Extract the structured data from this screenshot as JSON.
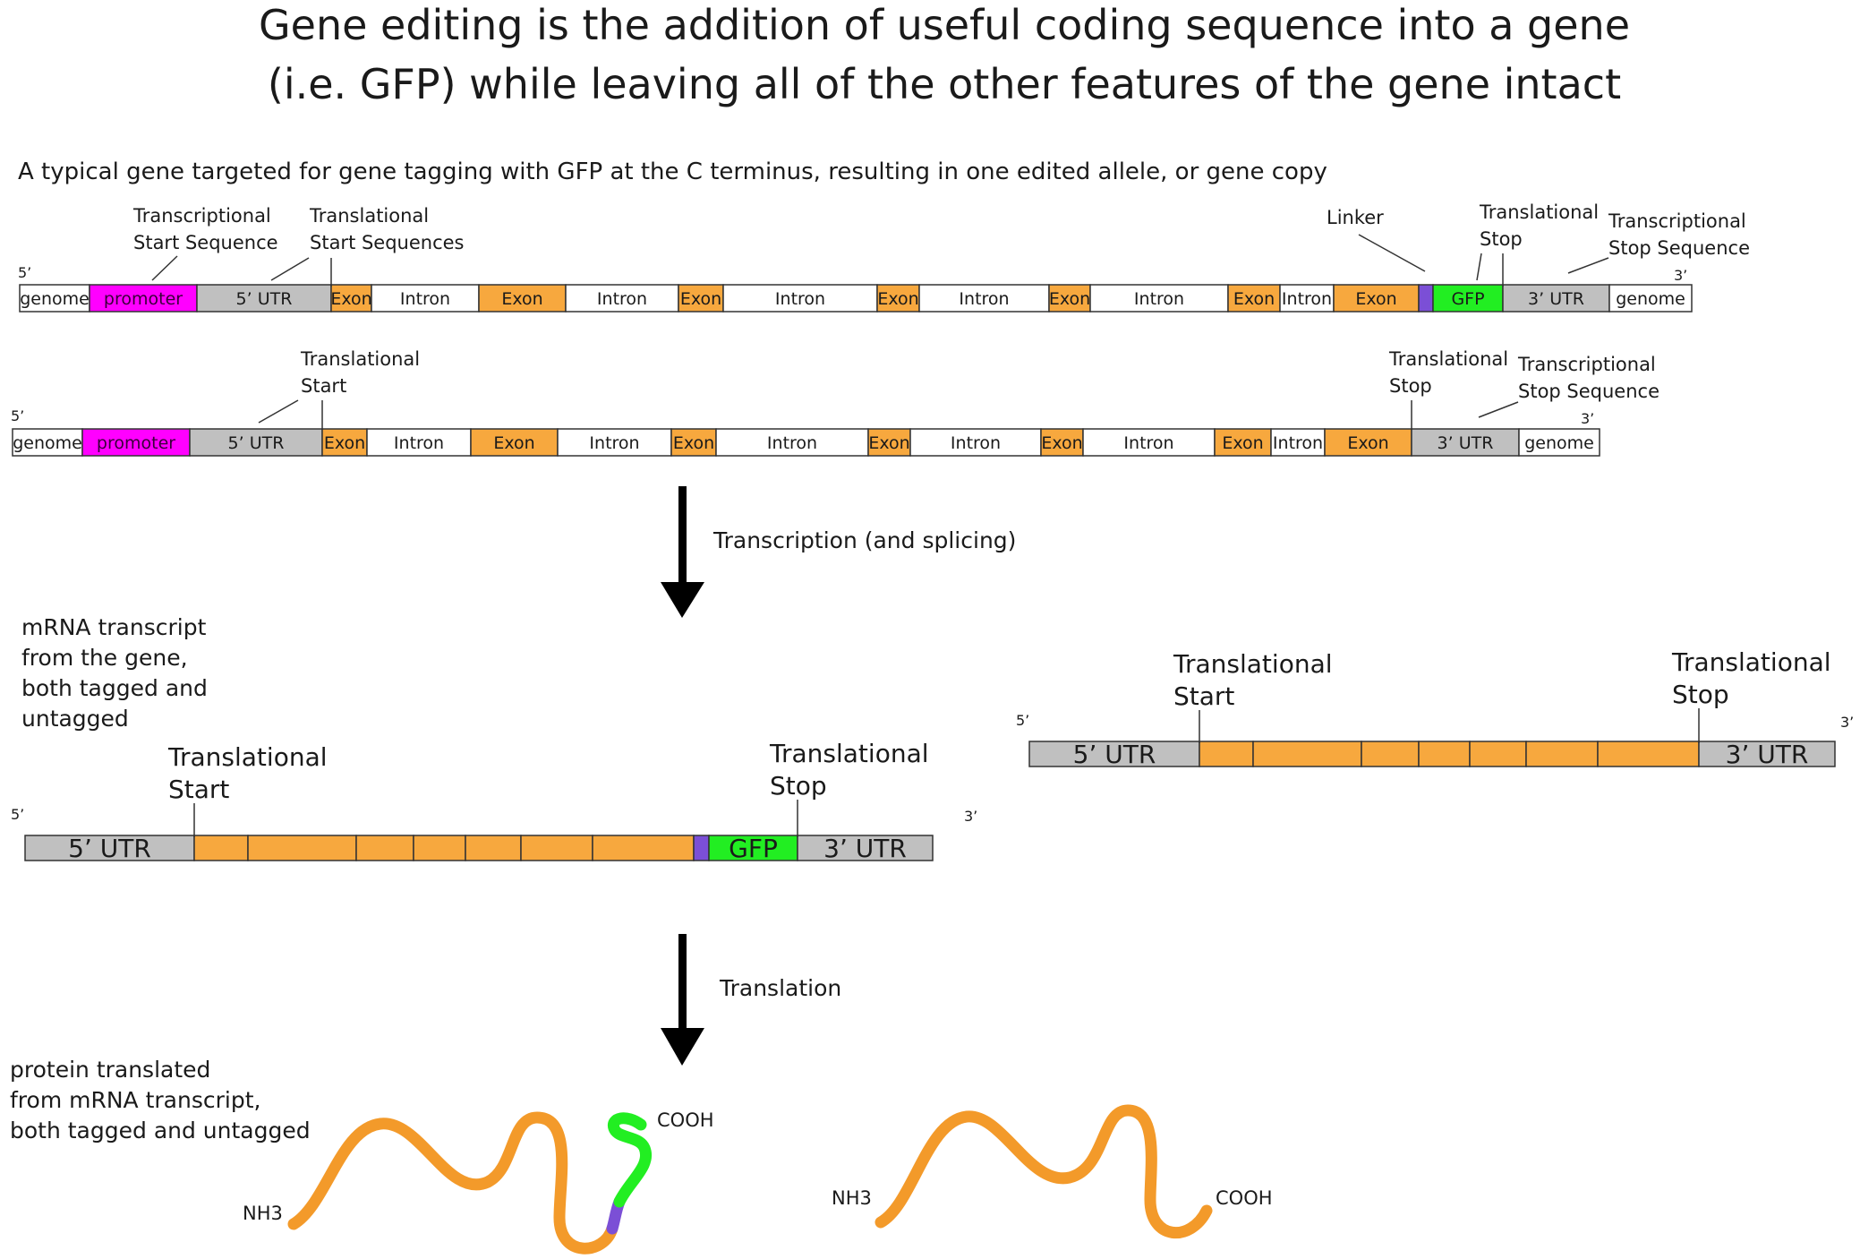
{
  "title_lines": [
    "Gene editing is the addition of useful coding sequence into a gene",
    "(i.e. GFP) while leaving all of the other features of the gene intact"
  ],
  "subtitle": "A typical gene targeted for gene tagging with GFP at the C terminus, resulting in one edited allele, or gene copy",
  "colors": {
    "genome": "#ffffff",
    "promoter": "#ff00ff",
    "utr": "#c0c0c0",
    "exon": "#f7a83e",
    "intron": "#ffffff",
    "linker": "#7b4fd6",
    "gfp": "#22ee22",
    "protein": "#f39a2a",
    "line": "#333333"
  },
  "primes": {
    "five": "5’",
    "three": "3’"
  },
  "gene_segments": {
    "genome": "genome",
    "promoter": "promoter",
    "utr5": "5’ UTR",
    "utr3": "3’ UTR",
    "exon": "Exon",
    "intron": "Intron",
    "gfp": "GFP"
  },
  "tagged_gene": {
    "labels": {
      "transcriptional_start": [
        "Transcriptional",
        "Start Sequence"
      ],
      "translational_start": [
        "Translational",
        "Start Sequences"
      ],
      "linker": "Linker",
      "translational_stop": [
        "Translational",
        "Stop"
      ],
      "transcriptional_stop": [
        "Transcriptional",
        "Stop Sequence"
      ]
    }
  },
  "untagged_gene": {
    "labels": {
      "translational_start": [
        "Translational",
        "Start"
      ],
      "translational_stop": [
        "Translational",
        "Stop"
      ],
      "transcriptional_stop": [
        "Transcriptional",
        "Stop Sequence"
      ]
    }
  },
  "step1_label": "Transcription (and splicing)",
  "step2_label": "Translation",
  "mrna": {
    "caption": [
      "mRNA transcript",
      "from the gene,",
      "both tagged and",
      "untagged"
    ],
    "start_label": [
      "Translational",
      "Start"
    ],
    "stop_label": [
      "Translational",
      "Stop"
    ]
  },
  "protein": {
    "caption": [
      "protein translated",
      "from mRNA transcript,",
      "both tagged and untagged"
    ],
    "nh3": "NH3",
    "cooh": "COOH"
  }
}
